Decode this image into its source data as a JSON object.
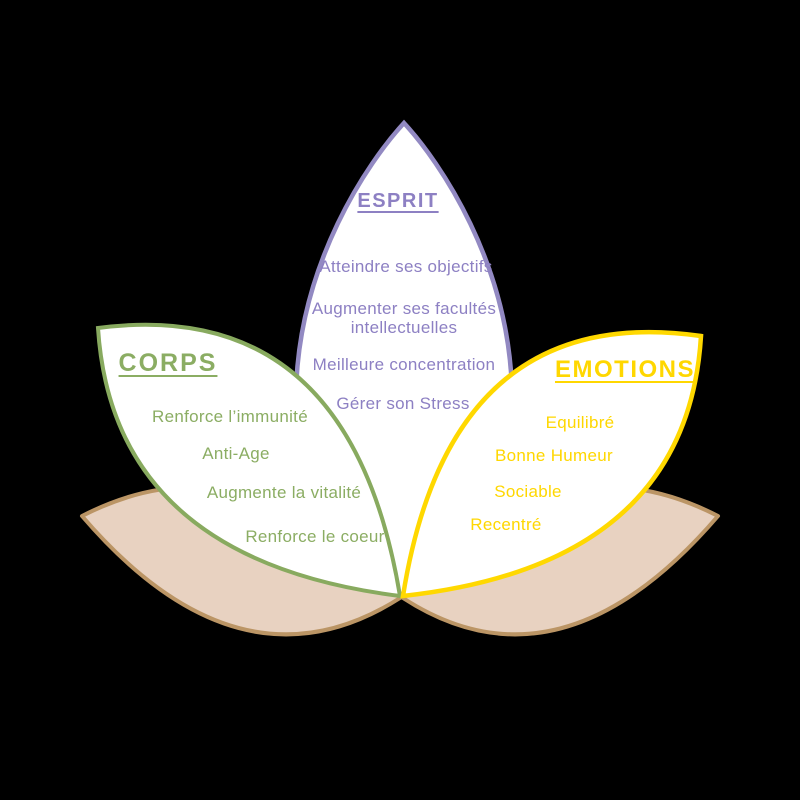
{
  "background_color": "#000000",
  "petal_fill": "#ffffff",
  "decorative_leaves": {
    "fill": "#e8d2c1",
    "border": "#bb9565"
  },
  "petals": {
    "esprit": {
      "title": "ESPRIT",
      "text_color": "#8d80c3",
      "border_color": "#9289c2",
      "items": [
        "Atteindre ses objectifs",
        "Augmenter ses facultés intellectuelles",
        "Meilleure concentration",
        "Gérer son Stress"
      ]
    },
    "corps": {
      "title": "CORPS",
      "text_color": "#8bad63",
      "border_color": "#88aa5f",
      "items": [
        "Renforce l’immunité",
        "Anti-Age",
        "Augmente la vitalité",
        "Renforce le coeur"
      ]
    },
    "emotions": {
      "title": "EMOTIONS",
      "text_color": "#ffd700",
      "border_color": "#ffd800",
      "items": [
        "Equilibré",
        "Bonne Humeur",
        "Sociable",
        "Recentré"
      ]
    }
  }
}
